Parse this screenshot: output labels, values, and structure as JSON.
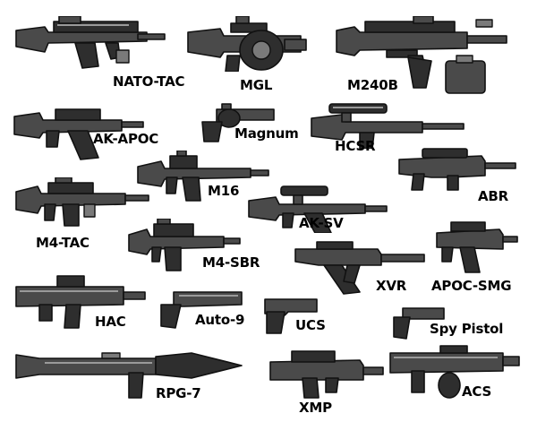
{
  "weapons": [
    {
      "id": "nato-tac",
      "label": "NATO-TAC"
    },
    {
      "id": "mgl",
      "label": "MGL"
    },
    {
      "id": "m240b",
      "label": "M240B"
    },
    {
      "id": "ak-apoc",
      "label": "AK-APOC"
    },
    {
      "id": "magnum",
      "label": "Magnum"
    },
    {
      "id": "hcsr",
      "label": "HCSR"
    },
    {
      "id": "m16",
      "label": "M16"
    },
    {
      "id": "abr",
      "label": "ABR"
    },
    {
      "id": "m4-tac",
      "label": "M4-TAC"
    },
    {
      "id": "ak-sv",
      "label": "AK-SV"
    },
    {
      "id": "m4-sbr",
      "label": "M4-SBR"
    },
    {
      "id": "xvr",
      "label": "XVR"
    },
    {
      "id": "apoc-smg",
      "label": "APOC-SMG"
    },
    {
      "id": "hac",
      "label": "HAC"
    },
    {
      "id": "auto-9",
      "label": "Auto-9"
    },
    {
      "id": "ucs",
      "label": "UCS"
    },
    {
      "id": "spy-pistol",
      "label": "Spy Pistol"
    },
    {
      "id": "rpg-7",
      "label": "RPG-7"
    },
    {
      "id": "xmp",
      "label": "XMP"
    },
    {
      "id": "acs",
      "label": "ACS"
    }
  ]
}
